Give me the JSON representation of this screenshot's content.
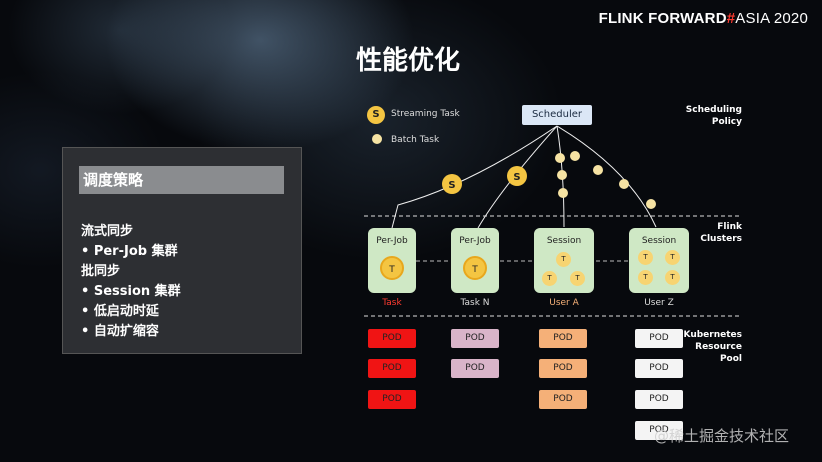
{
  "brand": {
    "part1": "FLINK FORWARD",
    "hash": "#",
    "part2": "ASIA 2020"
  },
  "title": "性能优化",
  "panel": {
    "heading": "调度策略",
    "lines": [
      "流式同步",
      "• Per-Job 集群",
      "批同步",
      "• Session 集群",
      "• 低启动时延",
      "• 自动扩缩容"
    ]
  },
  "legend": {
    "streaming_symbol": "S",
    "streaming_label": "Streaming Task",
    "batch_label": "Batch Task"
  },
  "scheduler": "Scheduler",
  "labels": {
    "scheduling_policy": "Scheduling\nPolicy",
    "flink_clusters": "Flink\nClusters",
    "k8s_pool": "Kubernetes\nResource\nPool"
  },
  "clusters": [
    {
      "title": "Per-Job",
      "task": "T",
      "label": "Task",
      "label_color": "#ff3b30"
    },
    {
      "title": "Per-Job",
      "task": "T",
      "label": "Task N",
      "label_color": "#dddddd"
    },
    {
      "title": "Session",
      "task": "T",
      "label": "User A",
      "label_color": "#f5b078"
    },
    {
      "title": "Session",
      "task": "T",
      "label": "User Z",
      "label_color": "#dddddd"
    }
  ],
  "pod_label": "POD",
  "pods": {
    "col1": [
      "POD",
      "POD",
      "POD"
    ],
    "col2": [
      "POD",
      "POD"
    ],
    "col3": [
      "POD",
      "POD",
      "POD"
    ],
    "col4": [
      "POD",
      "POD",
      "POD",
      "POD"
    ]
  },
  "watermark": "@稀土掘金技术社区",
  "colors": {
    "accent_red": "#ff3b30",
    "scheduler_bg": "#dbe7f6",
    "cluster_bg": "#cfe8c5",
    "task_yellow": "#f4c542"
  }
}
